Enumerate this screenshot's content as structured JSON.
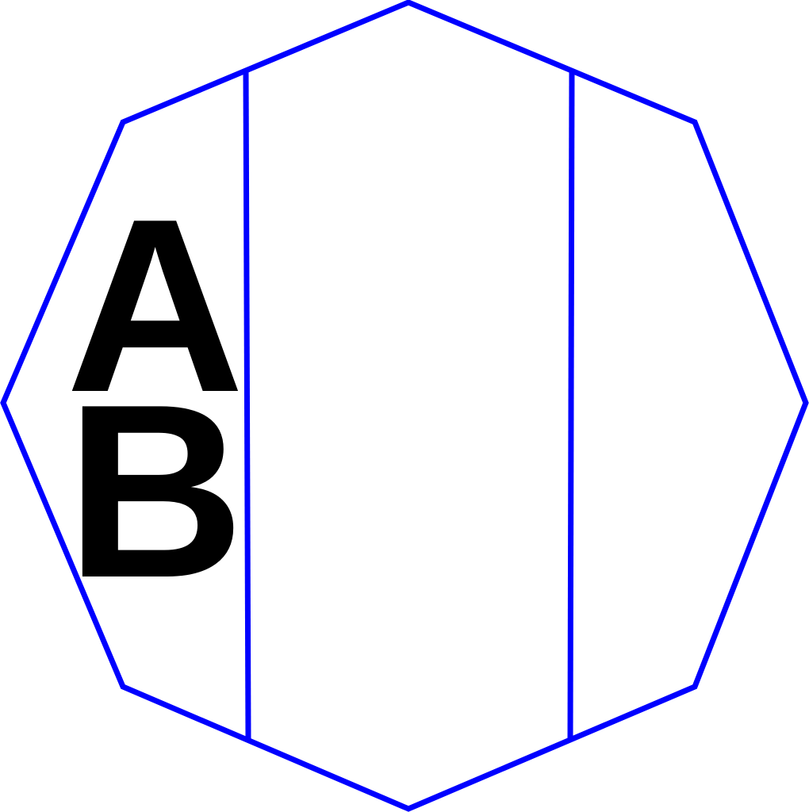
{
  "diagram": {
    "shape": "octagon",
    "dividers": 2,
    "stroke_color": "#0000ff",
    "text_color": "#000000",
    "labels": {
      "a": "A",
      "b": "B"
    }
  }
}
